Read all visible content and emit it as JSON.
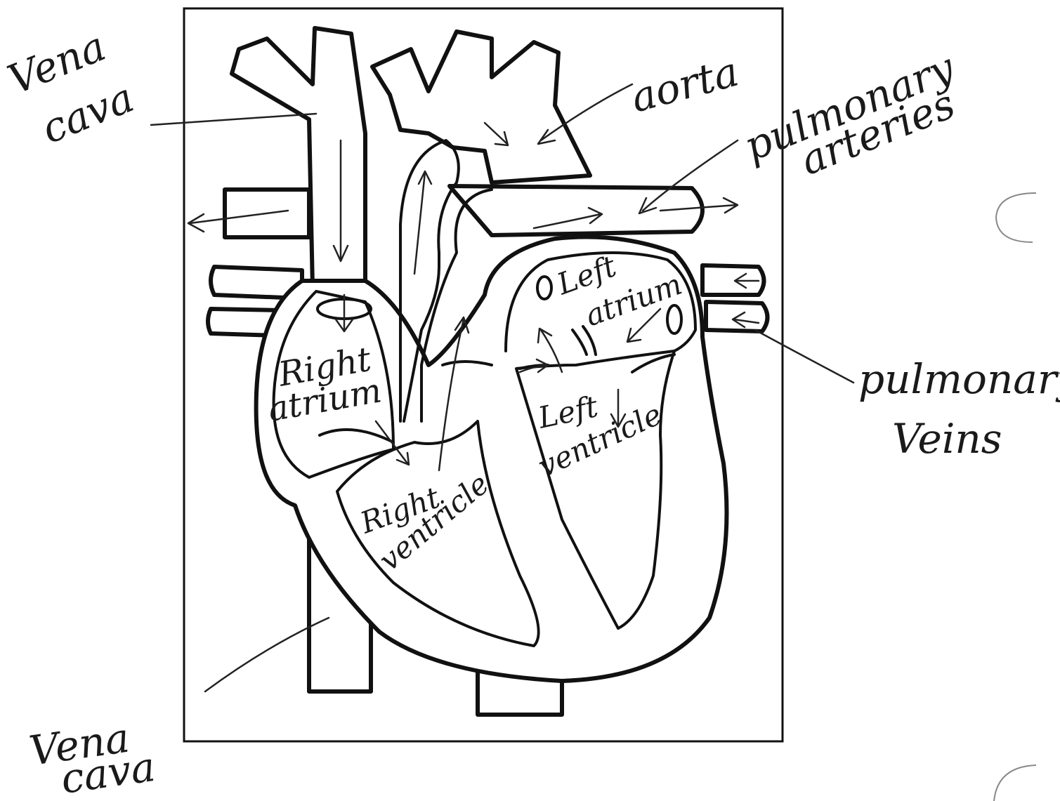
{
  "labels": {
    "vena_cava_top": [
      "Vena",
      "cava"
    ],
    "aorta": "aorta",
    "pulmonary_arteries": [
      "pulmonary",
      "arteries"
    ],
    "pulmonary_veins": [
      "pulmonary",
      "Veins"
    ],
    "vena_cava_bottom": [
      "Vena",
      "cava"
    ],
    "right_atrium": [
      "Right",
      "atrium"
    ],
    "right_ventricle": [
      "Right",
      "ventricle"
    ],
    "left_atrium": [
      "Left",
      "atrium"
    ],
    "left_ventricle": [
      "Left",
      "ventricle"
    ]
  }
}
